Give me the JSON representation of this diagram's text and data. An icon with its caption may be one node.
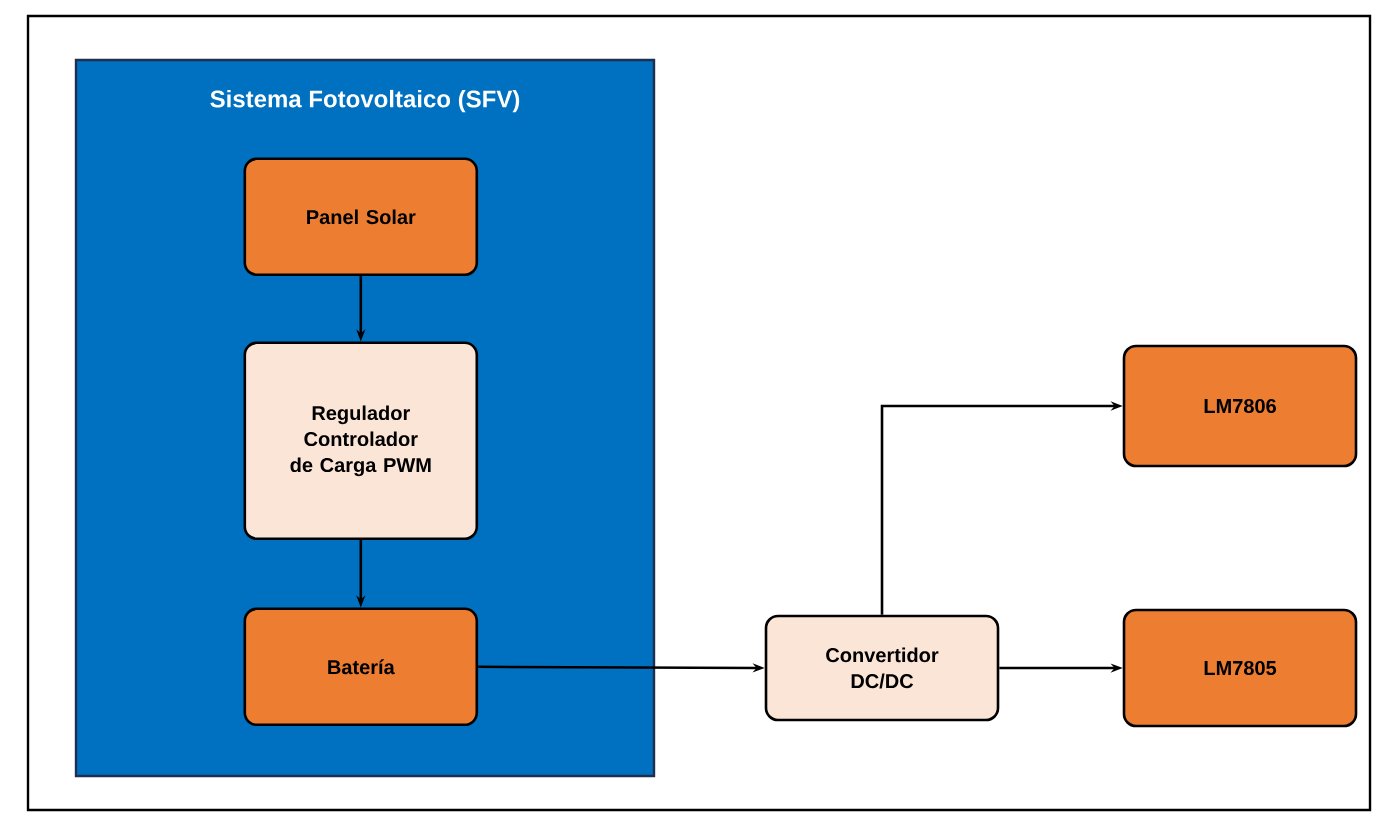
{
  "diagram": {
    "nodes": [
      {
        "text": [
          "Sistema Fotovoltaico (SFV)"
        ]
      },
      {
        "text": [
          "Panel Solar"
        ],
        "in": 0
      },
      {
        "text": [
          "Regulador Controlador de Carga PWM"
        ],
        "in": 0
      },
      {
        "text": [
          "Batería"
        ],
        "in": 0
      },
      {
        "text": [
          "Convertidor DC/DC"
        ]
      },
      {
        "text": [
          "LM7806"
        ]
      },
      {
        "text": [
          "LM7805"
        ]
      }
    ],
    "edges": [
      {
        "from": 1,
        "to": 2,
        "arrow": "to"
      },
      {
        "from": 2,
        "to": 3,
        "arrow": "to"
      },
      {
        "from": 3,
        "to": 4,
        "arrow": "to"
      },
      {
        "from": 4,
        "to": 5,
        "arrow": "to"
      },
      {
        "from": 4,
        "to": 6,
        "arrow": "to"
      }
    ]
  }
}
